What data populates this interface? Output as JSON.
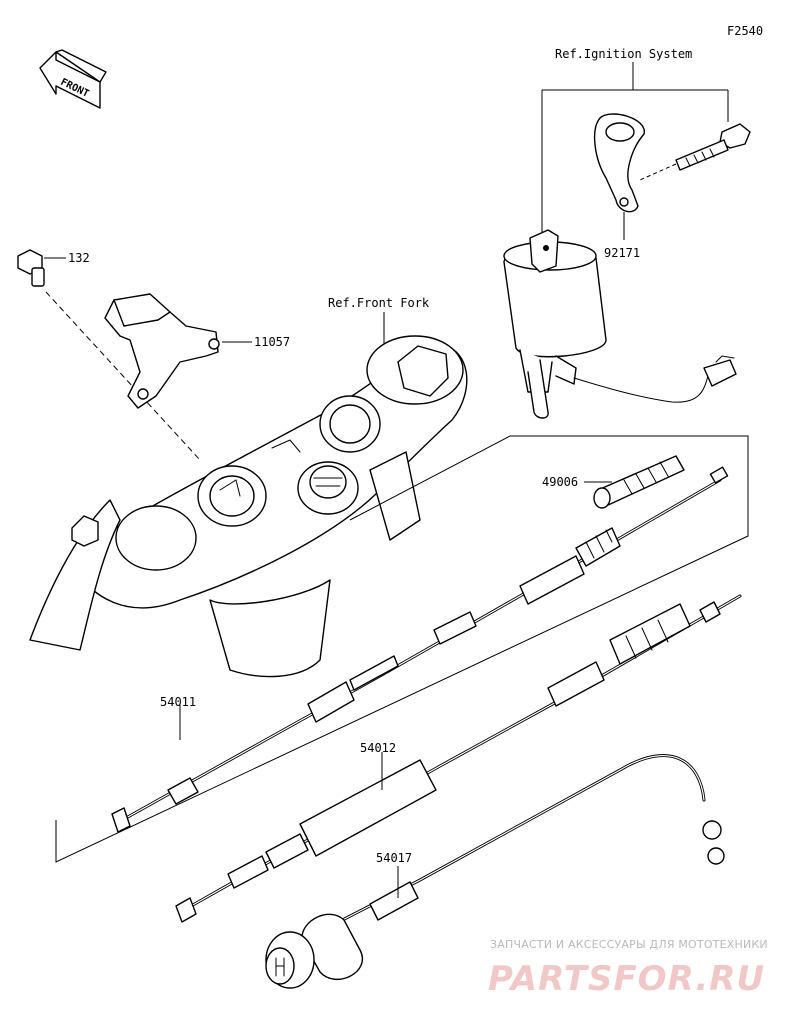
{
  "figure_code": "F2540",
  "front_label": "FRONT",
  "refs": {
    "ignition": "Ref.Ignition System",
    "front_fork": "Ref.Front Fork"
  },
  "parts": [
    {
      "id": "p132",
      "number": "132"
    },
    {
      "id": "p11057",
      "number": "11057"
    },
    {
      "id": "p92171",
      "number": "92171"
    },
    {
      "id": "p49006",
      "number": "49006"
    },
    {
      "id": "p54011",
      "number": "54011"
    },
    {
      "id": "p54012",
      "number": "54012"
    },
    {
      "id": "p54017",
      "number": "54017"
    }
  ],
  "watermark": {
    "subtitle": "ЗАПЧАСТИ И АКСЕССУАРЫ ДЛЯ МОТОТЕХНИКИ",
    "brand": "PARTSFOR.RU",
    "color": "#e8a0a0"
  }
}
